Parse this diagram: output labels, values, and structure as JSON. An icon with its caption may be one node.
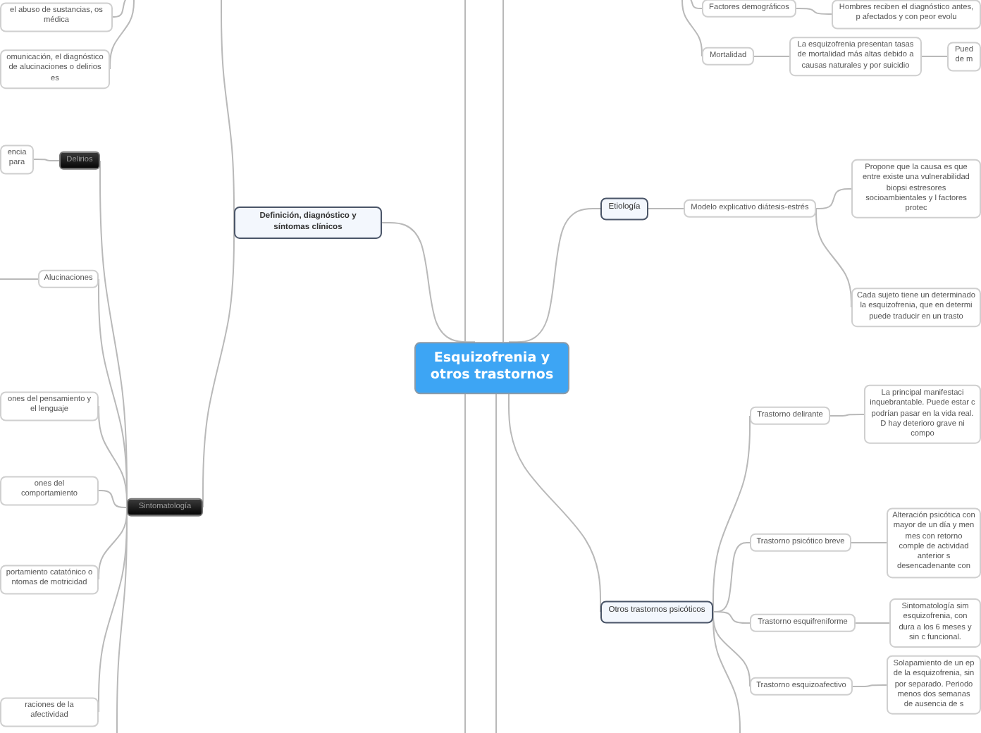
{
  "diagram": {
    "nodes": [
      {
        "text": [
          "Esquizofrenia y otros trastornos"
        ]
      },
      {
        "text": [
          "Definición, diagnóstico y síntomas clínicos"
        ]
      },
      {
        "text": [
          "el abuso de sustancias, os médica"
        ]
      },
      {
        "text": [
          "omunicación, el diagnóstico de alucinaciones o delirios es"
        ]
      },
      {
        "text": [
          "encia para"
        ]
      },
      {
        "text": [
          "Delirios"
        ]
      },
      {
        "text": [
          "Sintomatología"
        ]
      },
      {
        "text": [
          "Alucinaciones"
        ]
      },
      {
        "text": [
          "ones del pensamiento y el lenguaje"
        ]
      },
      {
        "text": [
          "ones del comportamiento"
        ]
      },
      {
        "text": [
          "portamiento catatónico o ntomas de motricidad"
        ]
      },
      {
        "text": [
          "raciones de la afectividad"
        ]
      },
      {
        "text": [
          "Factores demográficos"
        ]
      },
      {
        "text": [
          "Hombres reciben el diagnóstico antes, p afectados y con peor evolu"
        ]
      },
      {
        "text": [
          "Mortalidad"
        ]
      },
      {
        "text": [
          "La esquizofrenia presentan tasas de mortalidad más altas debido a causas naturales y por suicidio"
        ]
      },
      {
        "text": [
          "Pued de m"
        ]
      },
      {
        "text": [
          "Etiología"
        ]
      },
      {
        "text": [
          "Modelo explicativo diátesis-estrés"
        ]
      },
      {
        "text": [
          "Propone que la causa es que entre existe una vulnerabilidad biopsi estresores socioambientales y l factores protec"
        ]
      },
      {
        "text": [
          "Cada sujeto tiene un determinado la esquizofrenia, que en determi puede traducir en un trasto"
        ]
      },
      {
        "text": [
          "Otros trastornos psicóticos"
        ]
      },
      {
        "text": [
          "Trastorno delirante"
        ]
      },
      {
        "text": [
          "La principal manifestaci inquebrantable. Puede estar c podrían pasar en la vida real. D hay deterioro grave ni compo"
        ]
      },
      {
        "text": [
          "Trastorno psicótico breve"
        ]
      },
      {
        "text": [
          "Alteración psicótica con mayor de un día y men mes con retorno comple de actividad anterior s desencadenante con"
        ]
      },
      {
        "text": [
          "Trastorno esquifreniforme"
        ]
      },
      {
        "text": [
          "Sintomatología sim esquizofrenia, con dura a los 6 meses y sin c funcional."
        ]
      },
      {
        "text": [
          "Trastorno esquizoafectivo"
        ]
      },
      {
        "text": [
          "Solapamiento de un ep de la esquizofrenia, sin por separado. Periodo menos dos semanas de ausencia de s"
        ]
      }
    ],
    "edges": [
      {
        "from": 0,
        "to": 1,
        "arrow": "none"
      },
      {
        "from": 0,
        "to": 17,
        "arrow": "none"
      },
      {
        "from": 0,
        "to": 21,
        "arrow": "none"
      },
      {
        "from": 0,
        "to": null,
        "arrow": "none"
      },
      {
        "from": 0,
        "to": null,
        "arrow": "none"
      },
      {
        "from": 0,
        "to": null,
        "arrow": "none"
      },
      {
        "from": 0,
        "to": null,
        "arrow": "none"
      },
      {
        "from": 1,
        "to": null,
        "arrow": "none"
      },
      {
        "from": 1,
        "to": 6,
        "arrow": "none"
      },
      {
        "from": null,
        "to": 2,
        "arrow": "none"
      },
      {
        "from": null,
        "to": 3,
        "arrow": "none"
      },
      {
        "from": 6,
        "to": 5,
        "arrow": "none"
      },
      {
        "from": 6,
        "to": 7,
        "arrow": "none"
      },
      {
        "from": 6,
        "to": 8,
        "arrow": "none"
      },
      {
        "from": 6,
        "to": 9,
        "arrow": "none"
      },
      {
        "from": 6,
        "to": 10,
        "arrow": "none"
      },
      {
        "from": 6,
        "to": 11,
        "arrow": "none"
      },
      {
        "from": 6,
        "to": null,
        "arrow": "none"
      },
      {
        "from": 5,
        "to": 4,
        "arrow": "none"
      },
      {
        "from": 7,
        "to": null,
        "arrow": "none"
      },
      {
        "from": null,
        "to": 12,
        "arrow": "none"
      },
      {
        "from": null,
        "to": 14,
        "arrow": "none"
      },
      {
        "from": 12,
        "to": 13,
        "arrow": "none"
      },
      {
        "from": 14,
        "to": 15,
        "arrow": "none"
      },
      {
        "from": 15,
        "to": 16,
        "arrow": "none"
      },
      {
        "from": 17,
        "to": 18,
        "arrow": "none"
      },
      {
        "from": 18,
        "to": 19,
        "arrow": "none"
      },
      {
        "from": 18,
        "to": 20,
        "arrow": "none"
      },
      {
        "from": 21,
        "to": 22,
        "arrow": "none"
      },
      {
        "from": 21,
        "to": 24,
        "arrow": "none"
      },
      {
        "from": 21,
        "to": 26,
        "arrow": "none"
      },
      {
        "from": 21,
        "to": 28,
        "arrow": "none"
      },
      {
        "from": 21,
        "to": null,
        "arrow": "none"
      },
      {
        "from": 22,
        "to": 23,
        "arrow": "none"
      },
      {
        "from": 24,
        "to": 25,
        "arrow": "none"
      },
      {
        "from": 26,
        "to": 27,
        "arrow": "none"
      },
      {
        "from": 28,
        "to": 29,
        "arrow": "none"
      }
    ]
  }
}
